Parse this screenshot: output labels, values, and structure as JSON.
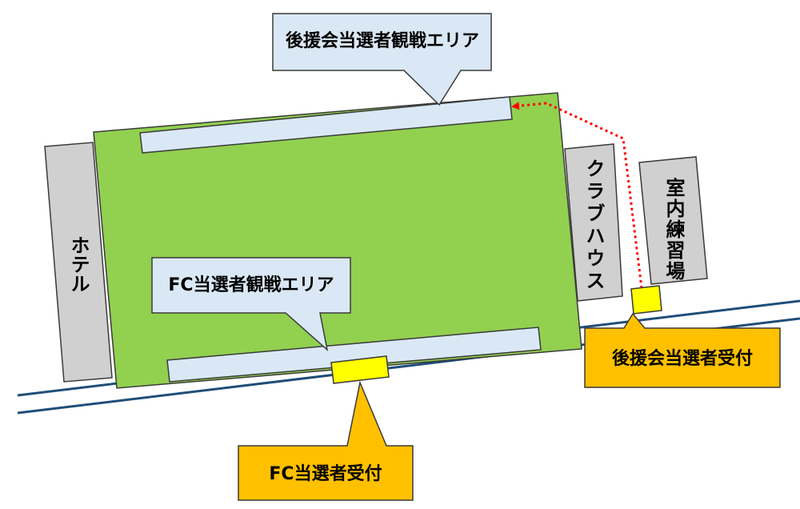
{
  "colors": {
    "field": "#92d050",
    "building": "#d0d0d0",
    "area": "#dae8f5",
    "reception_box": "#ffff00",
    "callout_orange": "#ffc000",
    "road": "#1f4e79",
    "outline": "#3a3a3a",
    "route": "#ff0000"
  },
  "buildings": {
    "hotel": "ホテル",
    "clubhouse": "クラブハウス",
    "indoor_practice": "室内練習場"
  },
  "callouts": {
    "supporters_area": "後援会当選者観戦エリア",
    "fc_area": "FC当選者観戦エリア",
    "supporters_reception": "後援会当選者受付",
    "fc_reception": "FC当選者受付"
  },
  "icons": {
    "route": "dotted-arrow"
  }
}
